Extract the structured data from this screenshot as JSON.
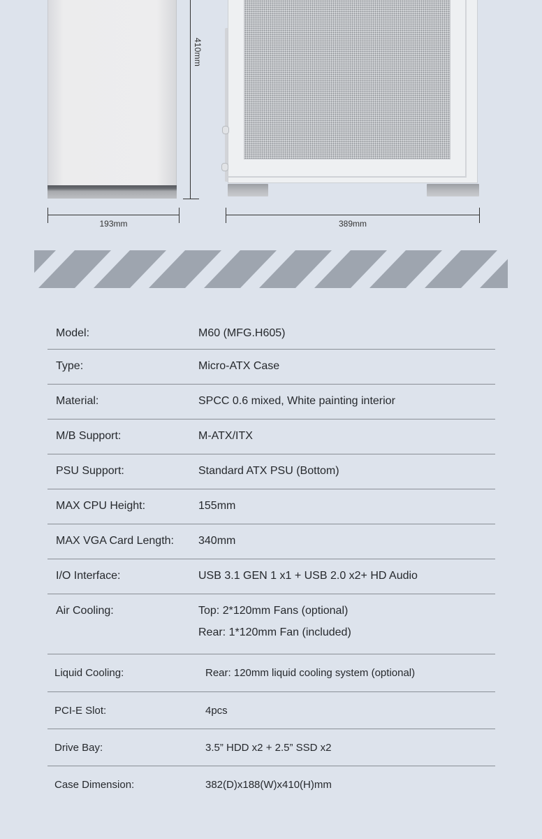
{
  "dimensions": {
    "height_label": "410mm",
    "width_label": "193mm",
    "depth_label": "389mm"
  },
  "specs": [
    {
      "label": "Model:",
      "value": [
        "M60 (MFG.H605)"
      ]
    },
    {
      "label": "Type:",
      "value": [
        "Micro-ATX Case"
      ]
    },
    {
      "label": "Material:",
      "value": [
        "SPCC 0.6 mixed,  White painting interior"
      ]
    },
    {
      "label": "M/B Support:",
      "value": [
        "M-ATX/ITX"
      ]
    },
    {
      "label": "PSU Support:",
      "value": [
        "Standard ATX PSU (Bottom)"
      ]
    },
    {
      "label": "MAX CPU Height:",
      "value": [
        "155mm"
      ]
    },
    {
      "label": "MAX VGA Card Length:",
      "value": [
        "340mm"
      ]
    },
    {
      "label": "I/O Interface:",
      "value": [
        "USB 3.1 GEN 1 x1 + USB 2.0 x2+ HD Audio"
      ]
    },
    {
      "label": "Air Cooling:",
      "value": [
        "Top: 2*120mm Fans (optional)",
        "Rear: 1*120mm Fan (included)"
      ]
    },
    {
      "label": "Liquid Cooling:",
      "value": [
        "Rear: 120mm liquid cooling system (optional)"
      ]
    },
    {
      "label": "PCI-E Slot:",
      "value": [
        "4pcs"
      ]
    },
    {
      "label": "Drive Bay:",
      "value": [
        "3.5” HDD x2 + 2.5” SSD x2"
      ]
    },
    {
      "label": "Case Dimension:",
      "value": [
        "382(D)x188(W)x410(H)mm"
      ]
    }
  ],
  "colors": {
    "background": "#dde3ec",
    "stripe": "#9ea5af",
    "divider": "#8a8f96",
    "text": "#26292d"
  }
}
